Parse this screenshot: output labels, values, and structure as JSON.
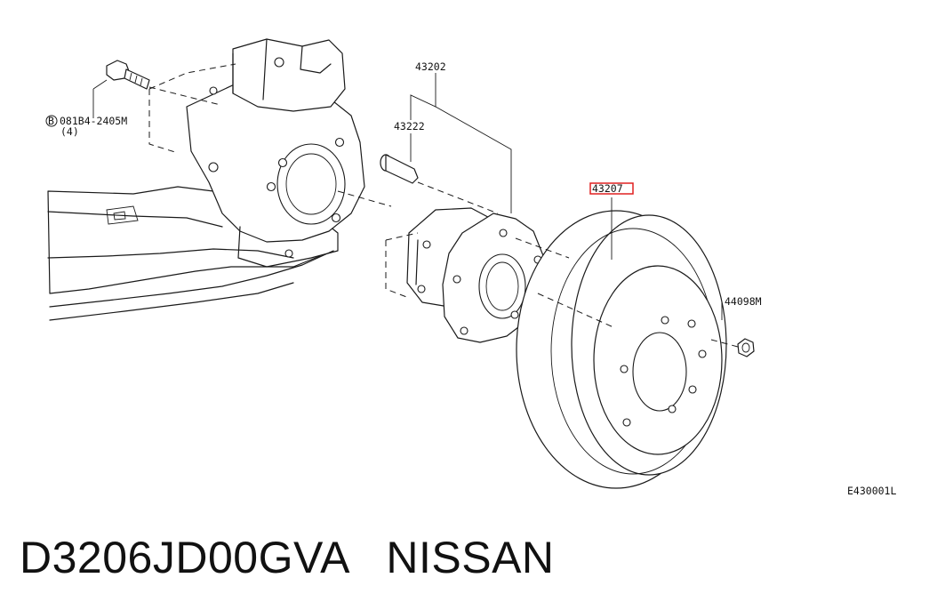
{
  "callouts": {
    "bolt": "081B4-2405M",
    "bolt_symbol": "B",
    "bolt_qty": "(4)",
    "hub_assembly": "43202",
    "hub_bolt": "43222",
    "rotor": "43207",
    "nut": "44098M"
  },
  "figure_code": "E430001L",
  "caption": {
    "part_number": "D3206JD00GVA",
    "brand": "NISSAN"
  },
  "colors": {
    "ink": "#1a1a1a",
    "highlight": "#e02020",
    "background": "#ffffff"
  }
}
